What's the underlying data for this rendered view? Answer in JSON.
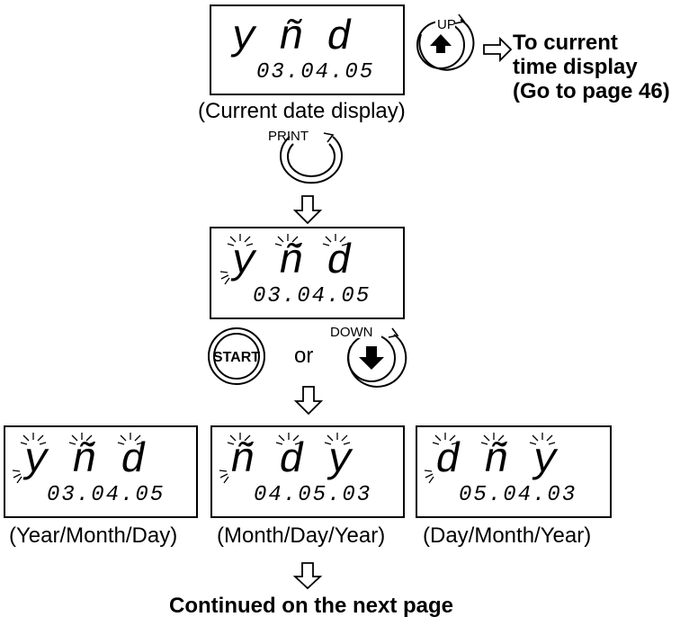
{
  "current": {
    "segments": [
      "y",
      "ñ",
      "d"
    ],
    "date": "03.04.05",
    "caption": "(Current date display)"
  },
  "up_button": {
    "label": "UP",
    "icon": "up-arrow-icon"
  },
  "print_button": {
    "label": "PRINT",
    "icon": "circular-arrow-icon"
  },
  "to_time": {
    "line1": "To current",
    "line2": "time display",
    "line3": "(Go to page 46)"
  },
  "select": {
    "segments": [
      "y",
      "ñ",
      "d"
    ],
    "date": "03.04.05"
  },
  "start_button": {
    "label": "START"
  },
  "or_text": "or",
  "down_button": {
    "label": "DOWN",
    "icon": "down-arrow-icon"
  },
  "formats": [
    {
      "segments": [
        "y",
        "ñ",
        "d"
      ],
      "date": "03.04.05",
      "caption": "(Year/Month/Day)"
    },
    {
      "segments": [
        "ñ",
        "d",
        "y"
      ],
      "date": "04.05.03",
      "caption": "(Month/Day/Year)"
    },
    {
      "segments": [
        "d",
        "ñ",
        "y"
      ],
      "date": "05.04.03",
      "caption": "(Day/Month/Year)"
    }
  ],
  "continued": "Continued on the next page"
}
